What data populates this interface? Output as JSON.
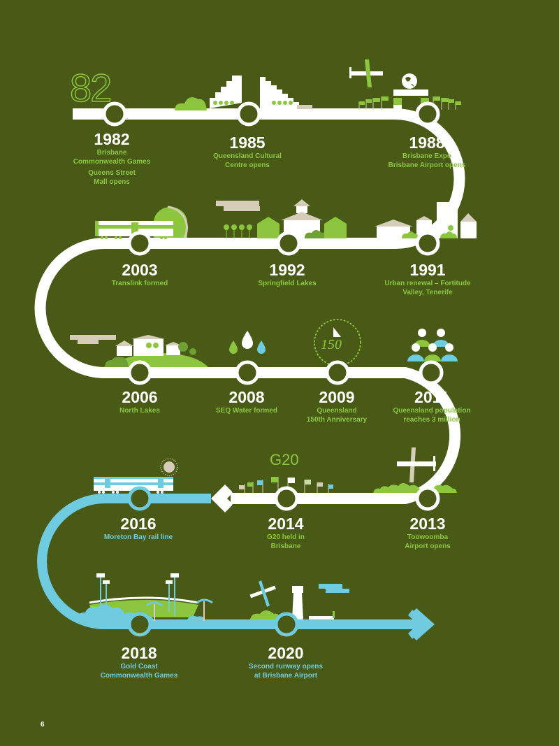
{
  "page": {
    "number": "6"
  },
  "colors": {
    "background": "#485a16",
    "track_white": "#ffffff",
    "track_blue": "#6fcbe0",
    "accent_green": "#8cc63f",
    "dark_green": "#6ea032",
    "beige": "#d6cdb8"
  },
  "decorations": {
    "numeral_82": "82",
    "g20_label": "G20",
    "anniversary_150": "150"
  },
  "events": [
    {
      "year": "1982",
      "desc": [
        "Brisbane",
        "Commonwealth Games"
      ],
      "desc2": [
        "Queens Street",
        "Mall opens"
      ],
      "color": "green"
    },
    {
      "year": "1985",
      "desc": [
        "Queensland Cultural",
        "Centre opens"
      ],
      "color": "green"
    },
    {
      "year": "1988",
      "desc": [
        "Brisbane Expo",
        "Brisbane Airport opens"
      ],
      "color": "green"
    },
    {
      "year": "1991",
      "desc": [
        "Urban renewal – Fortitude",
        "Valley, Tenerife"
      ],
      "color": "green"
    },
    {
      "year": "1992",
      "desc": [
        "Springfield Lakes"
      ],
      "color": "green"
    },
    {
      "year": "2003",
      "desc": [
        "Translink formed"
      ],
      "color": "green"
    },
    {
      "year": "2006",
      "desc": [
        "North Lakes"
      ],
      "color": "green"
    },
    {
      "year": "2008",
      "desc": [
        "SEQ Water formed"
      ],
      "color": "green"
    },
    {
      "year": "2009",
      "desc": [
        "Queensland",
        "150th Anniversary"
      ],
      "color": "green"
    },
    {
      "year": "2011",
      "desc": [
        "Queensland population",
        "reaches 3 million"
      ],
      "color": "green"
    },
    {
      "year": "2013",
      "desc": [
        "Toowoomba",
        "Airport opens"
      ],
      "color": "green"
    },
    {
      "year": "2014",
      "desc": [
        "G20 held in",
        "Brisbane"
      ],
      "color": "green"
    },
    {
      "year": "2016",
      "desc": [
        "Moreton Bay rail line"
      ],
      "color": "blue"
    },
    {
      "year": "2018",
      "desc": [
        "Gold Coast",
        "Commonwealth Games"
      ],
      "color": "blue"
    },
    {
      "year": "2020",
      "desc": [
        "Second runway opens",
        "at Brisbane Airport"
      ],
      "color": "blue"
    }
  ]
}
